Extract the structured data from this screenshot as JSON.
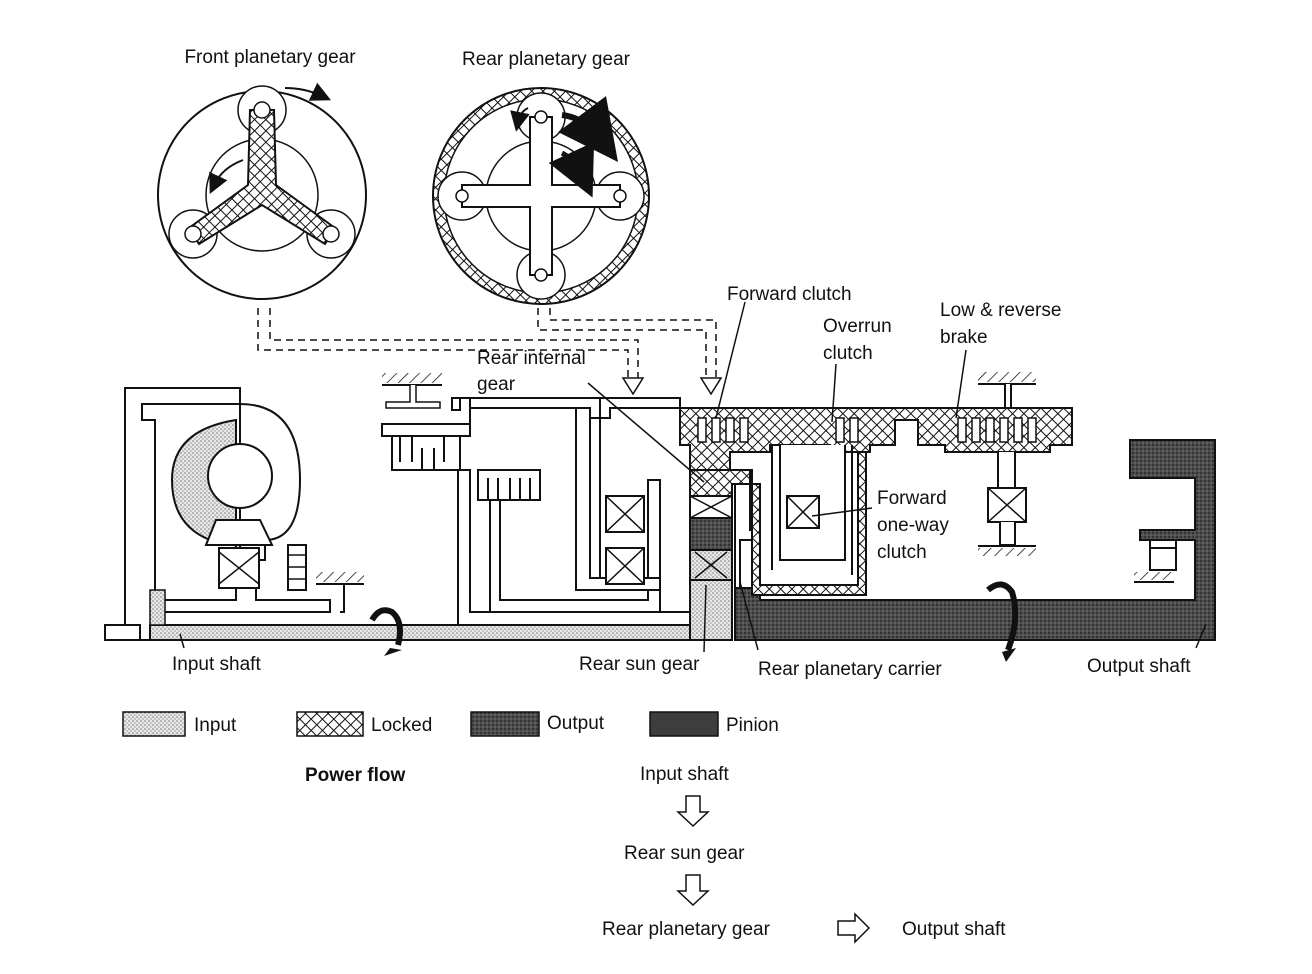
{
  "gear_titles": {
    "front": "Front planetary gear",
    "rear": "Rear planetary gear"
  },
  "labels": {
    "forward_clutch": "Forward clutch",
    "overrun_clutch_1": "Overrun",
    "overrun_clutch_2": "clutch",
    "low_reverse_1": "Low  &  reverse",
    "low_reverse_2": "brake",
    "rear_internal_1": "Rear  internal",
    "rear_internal_2": "gear",
    "forward_oneway_1": "Forward",
    "forward_oneway_2": "one-way",
    "forward_oneway_3": "clutch",
    "input_shaft": "Input  shaft",
    "rear_sun_gear": "Rear  sun  gear",
    "rear_planetary_carrier": "Rear  planetary  carrier",
    "output_shaft": "Output  shaft"
  },
  "legend": [
    {
      "label": "Input",
      "pattern": "input-dots"
    },
    {
      "label": "Locked",
      "pattern": "locked-hatch"
    },
    {
      "label": "Output",
      "pattern": "output-dark"
    },
    {
      "label": "Pinion",
      "pattern": "pinion-dark"
    }
  ],
  "power_flow": {
    "title": "Power flow",
    "steps": [
      "Input shaft",
      "Rear sun gear",
      "Rear planetary gear",
      "Output shaft"
    ]
  },
  "colors": {
    "line": "#111111",
    "input_fill": "#d9d9d9",
    "output_fill": "#555555",
    "pinion_fill": "#4a4a4a"
  }
}
